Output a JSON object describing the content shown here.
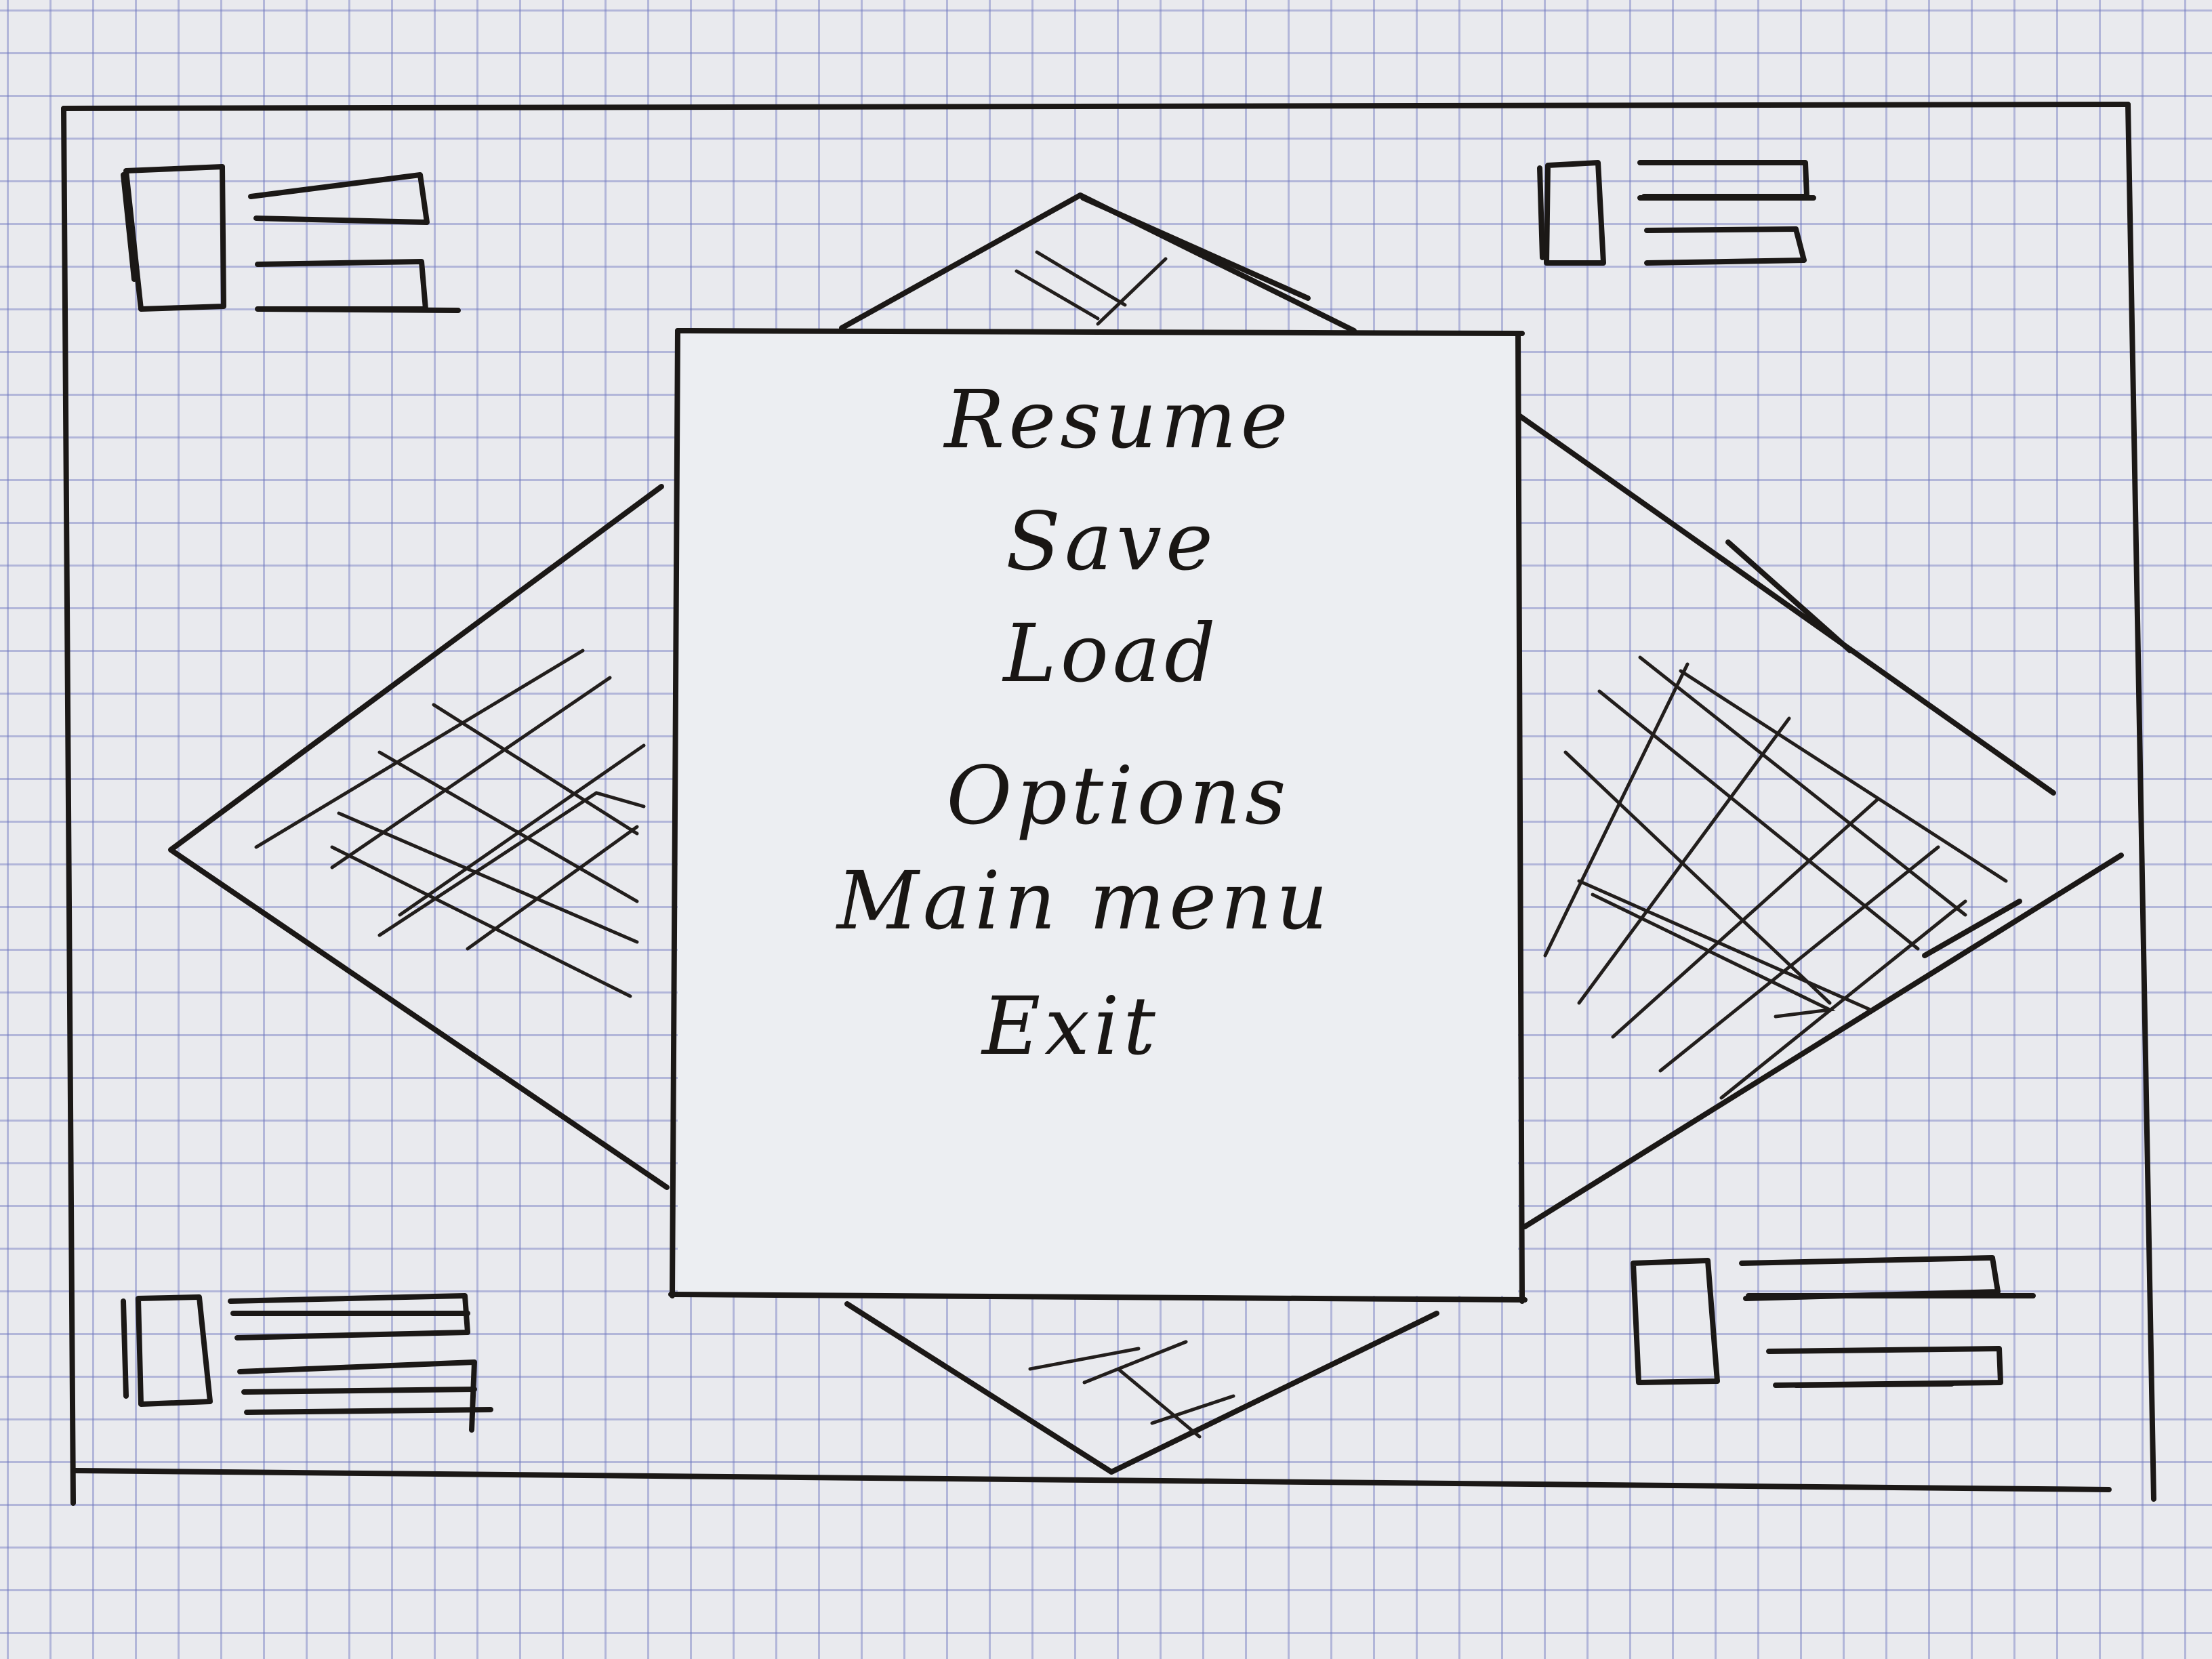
{
  "pause_menu": {
    "items": [
      {
        "label": "Resume"
      },
      {
        "label": "Save"
      },
      {
        "label": "Load"
      },
      {
        "label": "Options"
      },
      {
        "label": "Main menu"
      },
      {
        "label": "Exit"
      }
    ]
  },
  "placeholders": {
    "player_cards": [
      "top-left",
      "top-right",
      "bottom-left",
      "bottom-right"
    ],
    "diamond_tiles": [
      "top",
      "left",
      "right",
      "bottom"
    ]
  },
  "colors": {
    "paper": "#e9eaee",
    "grid": "#6e78be",
    "ink": "#1b1816"
  }
}
